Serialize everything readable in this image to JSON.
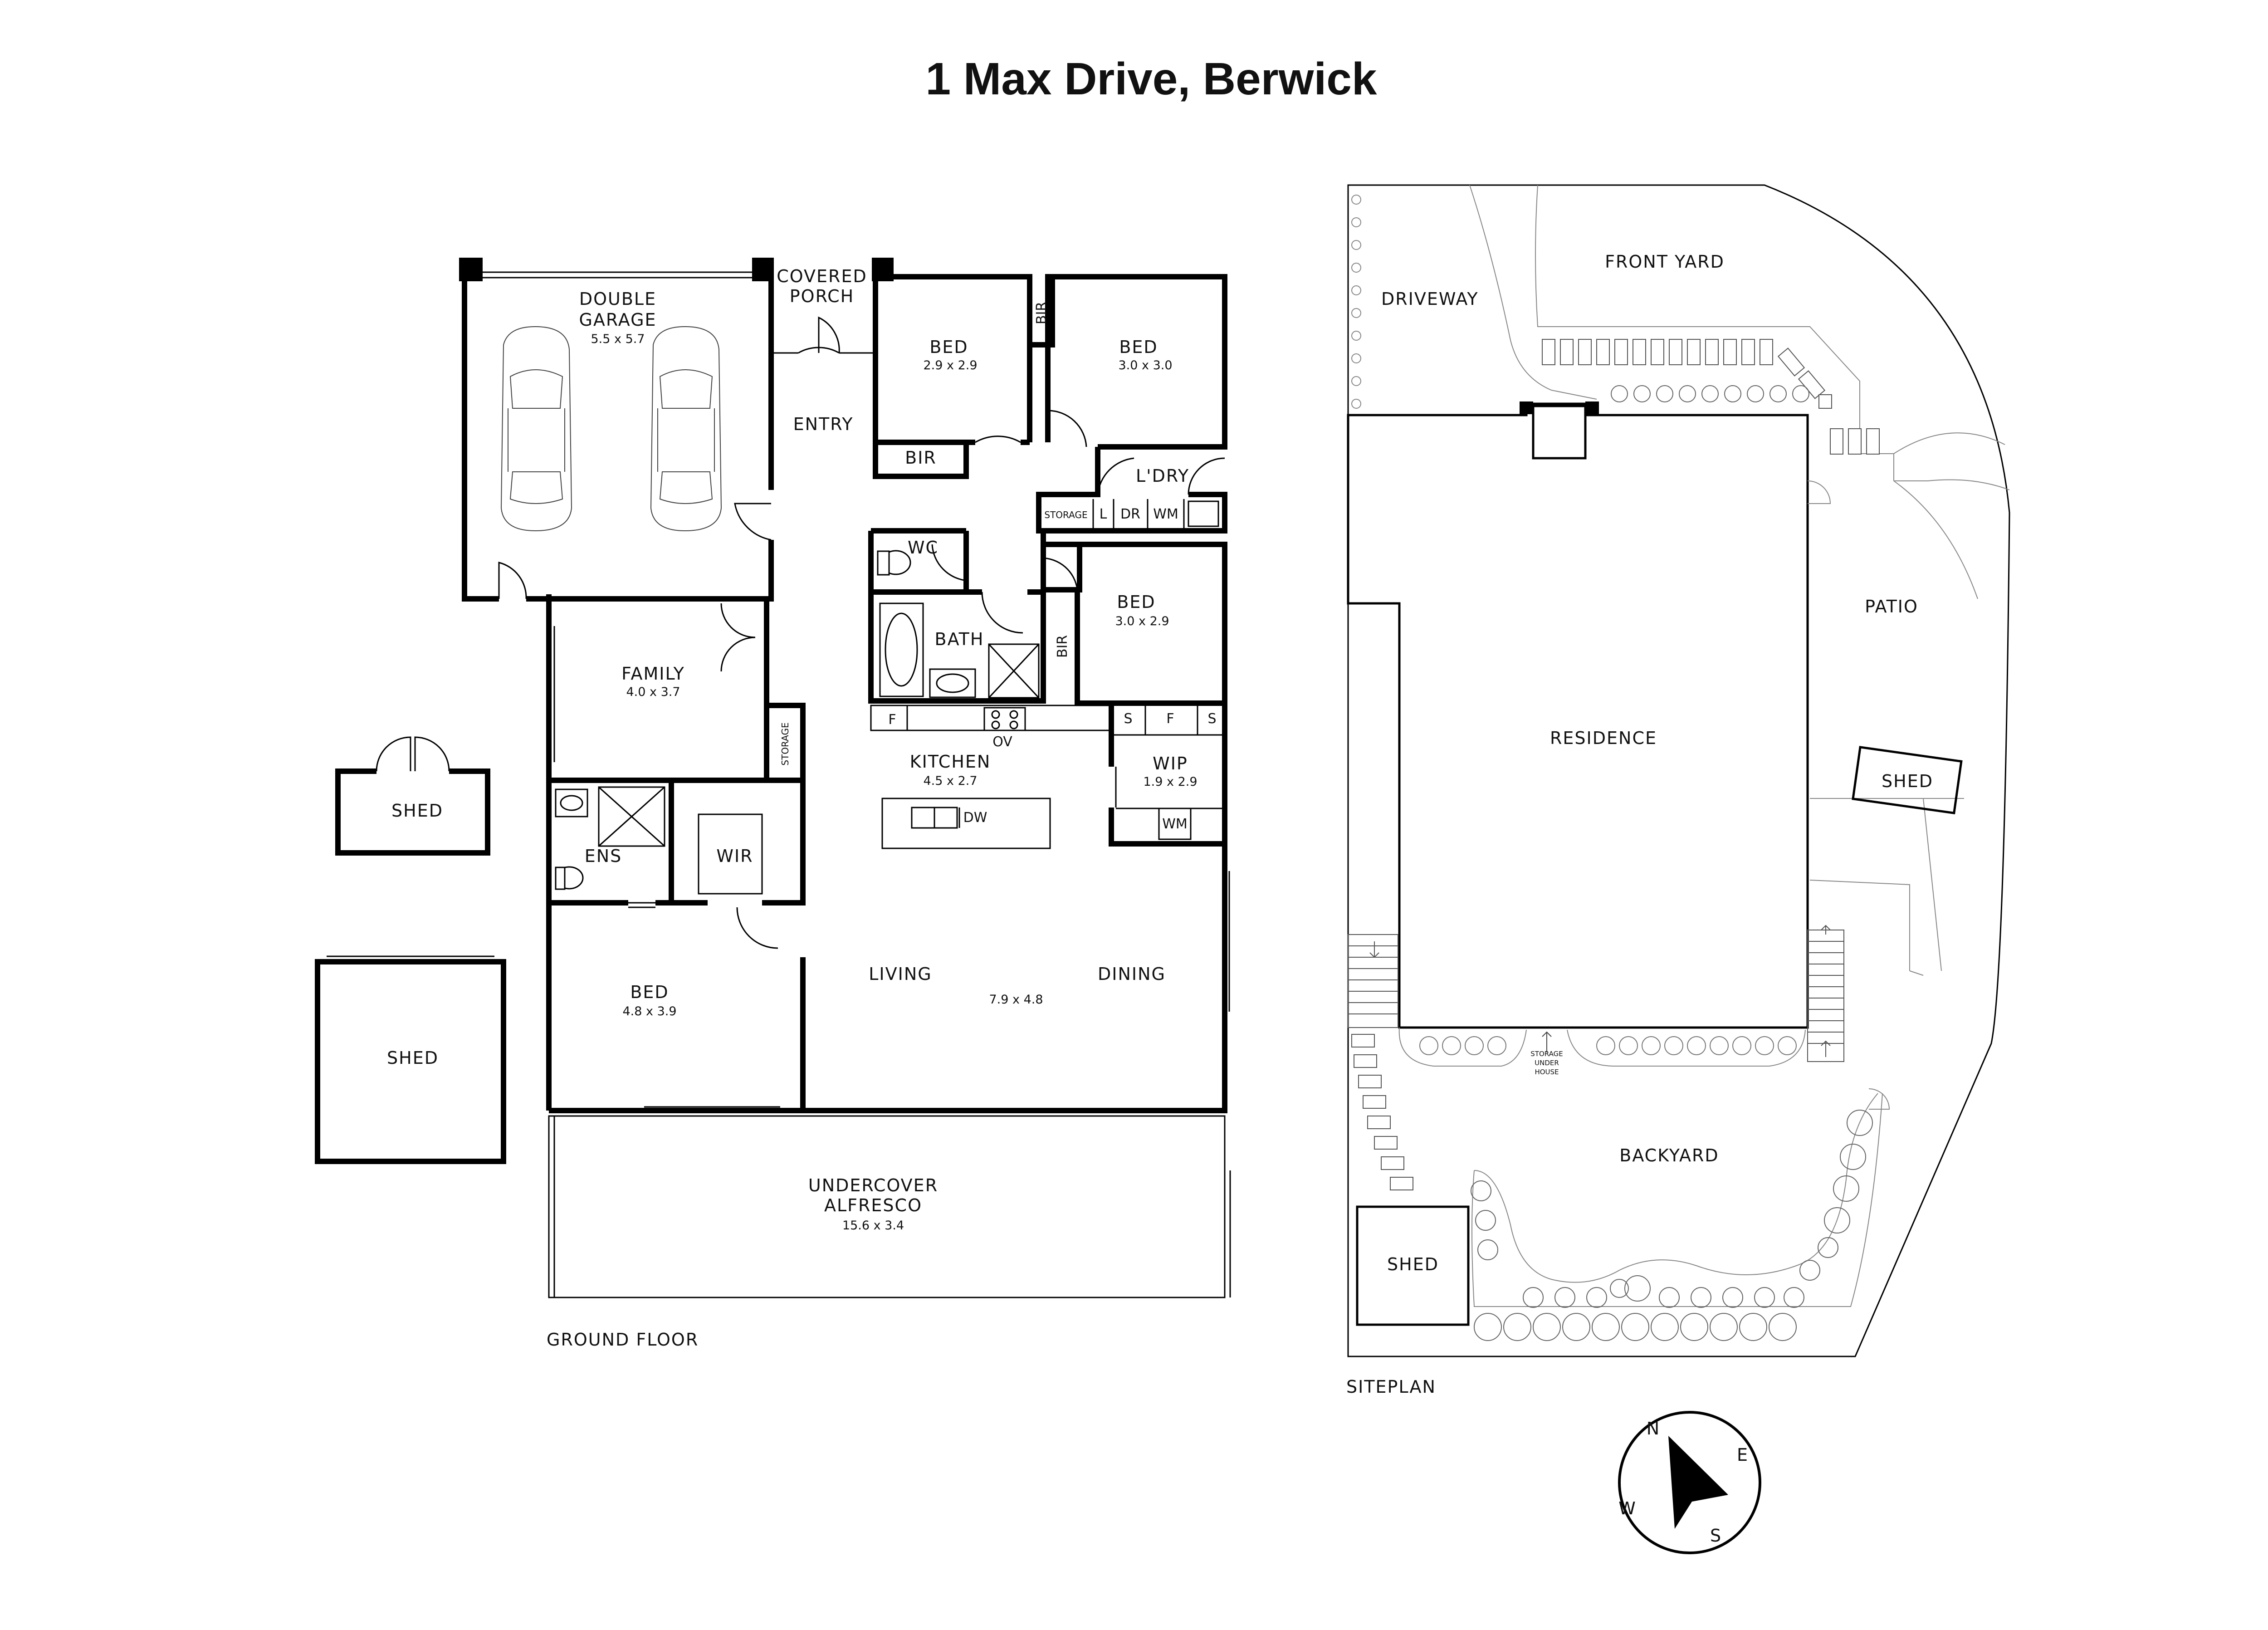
{
  "title": "1 Max Drive, Berwick",
  "ground_floor": {
    "label": "GROUND FLOOR",
    "rooms": {
      "garage": {
        "name_line1": "DOUBLE",
        "name_line2": "GARAGE",
        "dim": "5.5 x 5.7"
      },
      "porch": {
        "name_line1": "COVERED",
        "name_line2": "PORCH"
      },
      "entry": {
        "name": "ENTRY"
      },
      "bed1": {
        "name": "BED",
        "dim": "2.9 x 2.9"
      },
      "bed2": {
        "name": "BED",
        "dim": "3.0 x 3.0"
      },
      "bed3": {
        "name": "BED",
        "dim": "3.0 x 2.9"
      },
      "bed_master": {
        "name": "BED",
        "dim": "4.8 x 3.9"
      },
      "bir_top_vertical": "BIR",
      "bir_bed1": "BIR",
      "bir_bed3": "BIR",
      "laundry": "L'DRY",
      "storage_laundry": "STORAGE",
      "l": "L",
      "dr": "DR",
      "wm": "WM",
      "wc": "WC",
      "bath": "BATH",
      "family": {
        "name": "FAMILY",
        "dim": "4.0 x 3.7"
      },
      "storage_family": "STORAGE",
      "kitchen": {
        "name": "KITCHEN",
        "dim": "4.5 x 2.7"
      },
      "fridge_f": "F",
      "oven": "OV",
      "dishwasher": "DW",
      "wip": {
        "name": "WIP",
        "dim": "1.9 x 2.9"
      },
      "wip_s1": "S",
      "wip_f": "F",
      "wip_s2": "S",
      "wip_wm": "WM",
      "ens": "ENS",
      "wir": "WIR",
      "living": "LIVING",
      "dining": "DINING",
      "living_dining_dim": "7.9 x 4.8",
      "alfresco": {
        "name_line1": "UNDERCOVER",
        "name_line2": "ALFRESCO",
        "dim": "15.6 x 3.4"
      }
    },
    "sheds": [
      "SHED",
      "SHED"
    ]
  },
  "siteplan": {
    "label": "SITEPLAN",
    "driveway": "DRIVEWAY",
    "front_yard": "FRONT YARD",
    "patio": "PATIO",
    "residence": "RESIDENCE",
    "shed_east": "SHED",
    "shed_backyard": "SHED",
    "backyard": "BACKYARD",
    "storage_note_line1": "STORAGE",
    "storage_note_line2": "UNDER",
    "storage_note_line3": "HOUSE"
  },
  "compass": {
    "n": "N",
    "e": "E",
    "s": "S",
    "w": "W"
  }
}
